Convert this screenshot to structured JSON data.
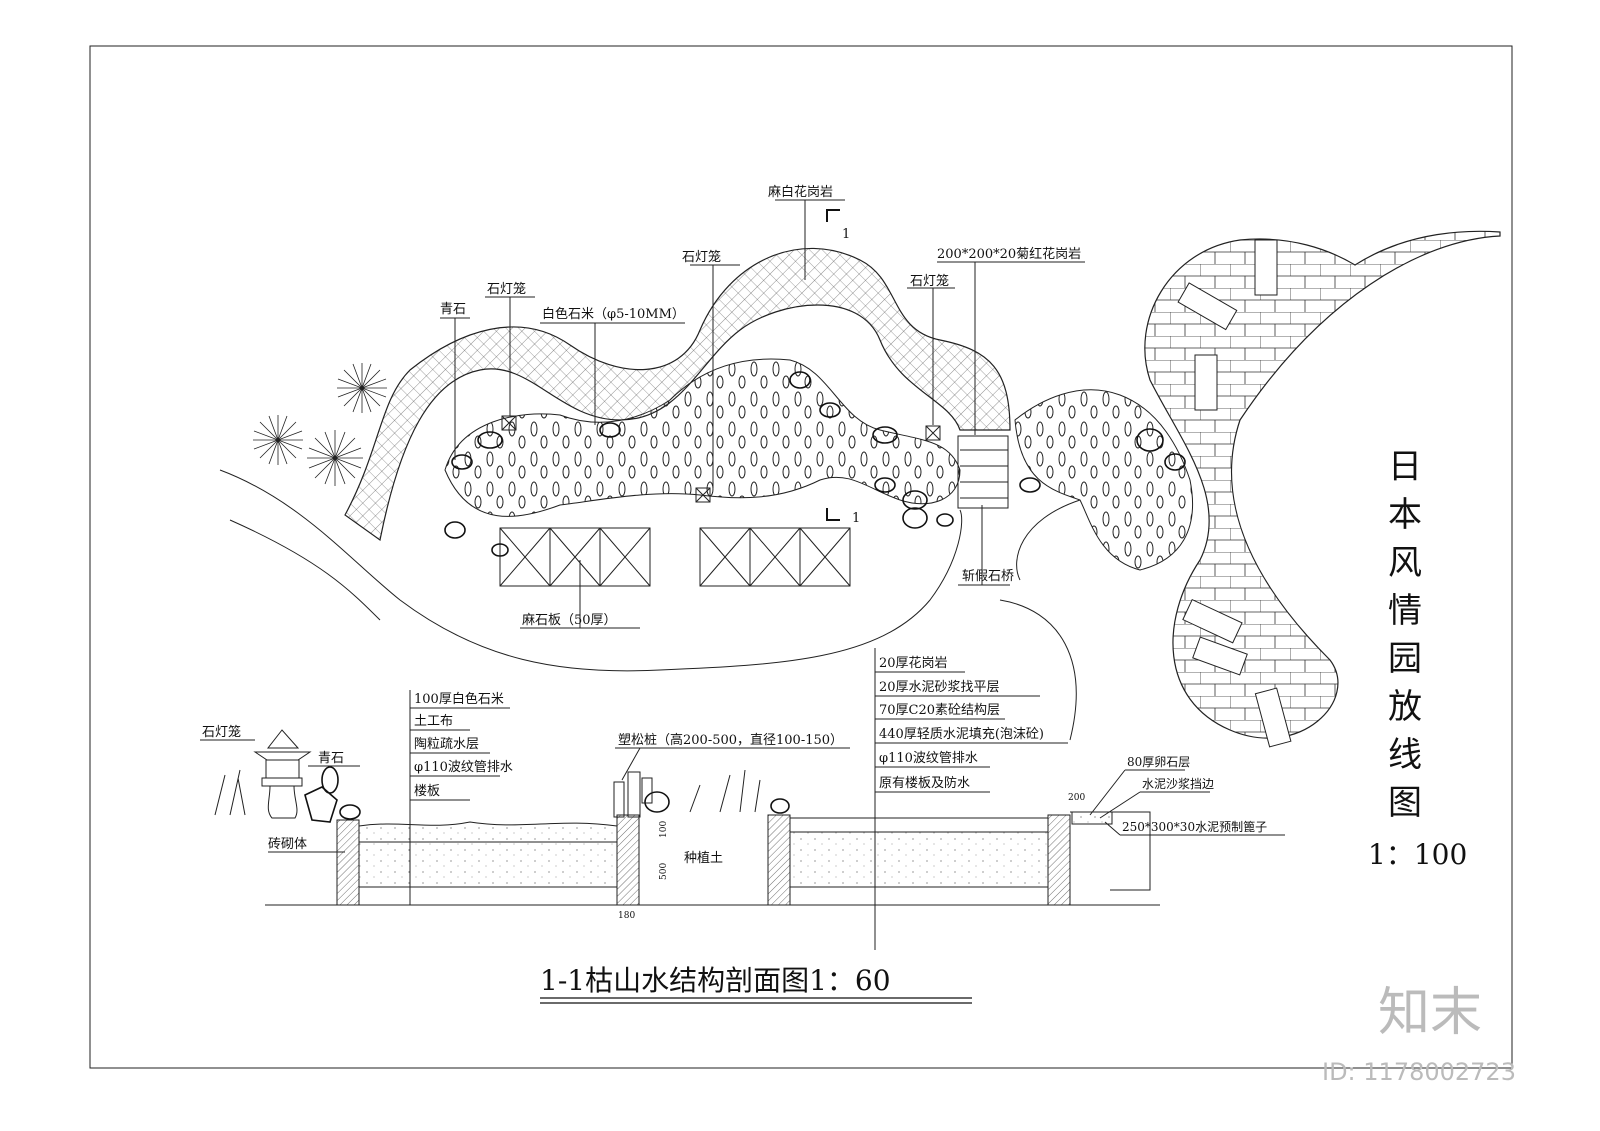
{
  "plan": {
    "labels": {
      "granite_white": "麻白花岗岩",
      "section_mark": "1",
      "lantern_a": "石灯笼",
      "red_granite": "200*200*20菊红花岗岩",
      "lantern_b": "石灯笼",
      "qingshi": "青石",
      "lantern_c": "石灯笼",
      "white_gravel": "白色石米（φ5-10MM）",
      "stone_slab": "麻石板（50厚）",
      "bridge": "斩假石桥"
    }
  },
  "title": {
    "main_chars": [
      "日",
      "本",
      "风",
      "情",
      "园",
      "放",
      "线",
      "图"
    ],
    "scale": "1：100"
  },
  "section": {
    "title": "1-1枯山水结构剖面图1：60",
    "left_layers": [
      "100厚白色石米",
      "土工布",
      "陶粒疏水层",
      "φ110波纹管排水",
      "楼板"
    ],
    "right_layers": [
      "20厚花岗岩",
      "20厚水泥砂浆找平层",
      "70厚C20素砼结构层",
      "440厚轻质水泥填充(泡沫砼)",
      "φ110波纹管排水",
      "原有楼板及防水"
    ],
    "lantern": "石灯笼",
    "qingshi": "青石",
    "masonry": "砖砌体",
    "pine_stake": "塑松桩（高200-500，直径100-150）",
    "soil": "种植土",
    "dim_100": "100",
    "dim_500": "500",
    "dim_180": "180",
    "dim_200": "200",
    "pebble": "80厚卵石层",
    "mortar_edge": "水泥沙浆挡边",
    "grate": "250*300*30水泥预制篦子"
  },
  "watermark": {
    "logo": "知末",
    "id": "ID: 1178002723"
  }
}
